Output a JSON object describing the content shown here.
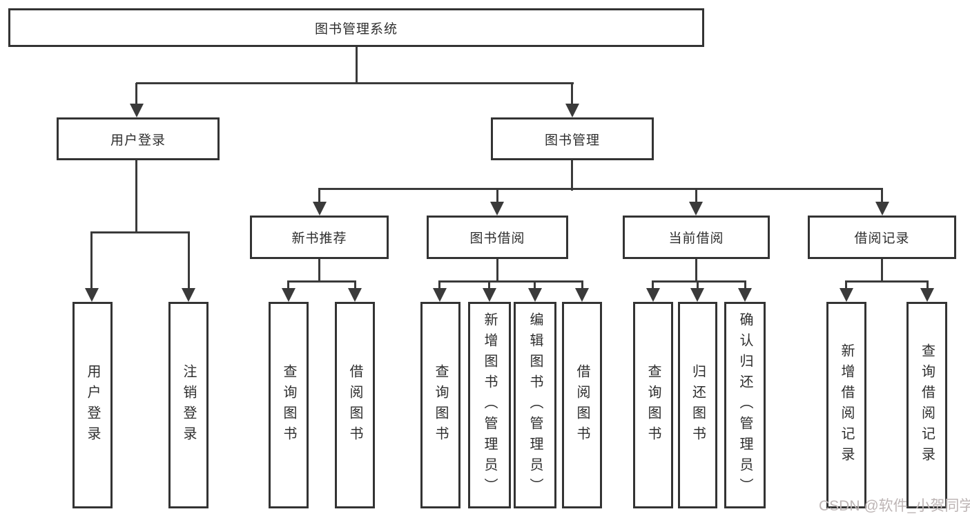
{
  "diagram_title": "图书管理系统",
  "tree": {
    "label": "图书管理系统",
    "children": [
      {
        "label": "用户登录",
        "children": [
          {
            "label": "用户登录"
          },
          {
            "label": "注销登录"
          }
        ]
      },
      {
        "label": "图书管理",
        "children": [
          {
            "label": "新书推荐",
            "children": [
              {
                "label": "查询图书"
              },
              {
                "label": "借阅图书"
              }
            ]
          },
          {
            "label": "图书借阅",
            "children": [
              {
                "label": "查询图书"
              },
              {
                "label": "新增图书（管理员）"
              },
              {
                "label": "编辑图书（管理员）"
              },
              {
                "label": "借阅图书"
              }
            ]
          },
          {
            "label": "当前借阅",
            "children": [
              {
                "label": "查询图书"
              },
              {
                "label": "归还图书"
              },
              {
                "label": "确认归还（管理员）"
              }
            ]
          },
          {
            "label": "借阅记录",
            "children": [
              {
                "label": "新增借阅记录"
              },
              {
                "label": "查询借阅记录"
              }
            ]
          }
        ]
      }
    ]
  },
  "watermark": {
    "text": "CSDN @软件_小贺同学",
    "color": "#bdb5b5"
  },
  "colors": {
    "line": "#3a3a3a",
    "box_border": "#333333",
    "background": "#ffffff",
    "text": "#2e2e2e"
  }
}
